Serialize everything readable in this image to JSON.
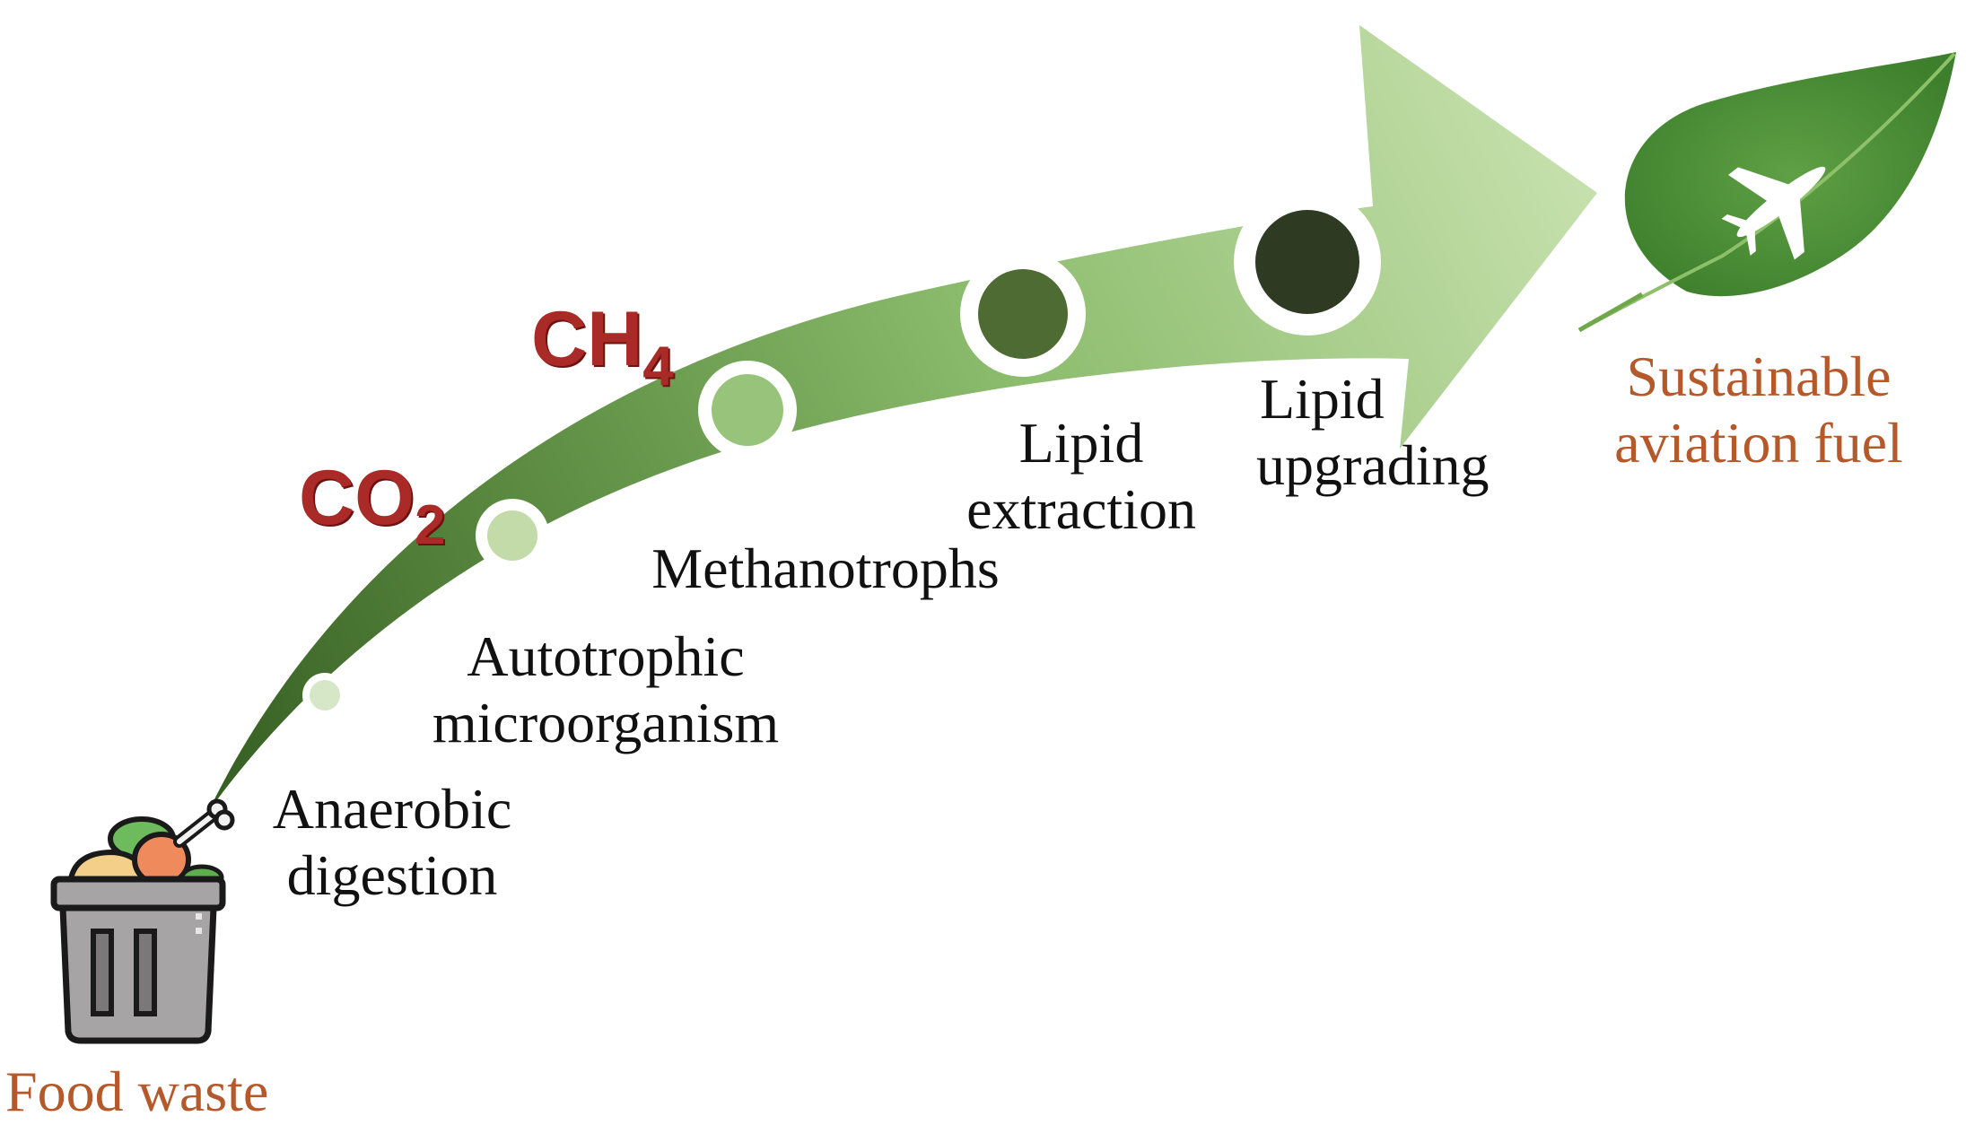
{
  "diagram": {
    "title": "Food waste to sustainable aviation fuel pathway",
    "source": {
      "label": "Food waste",
      "icon": "trash-bin-with-food-icon"
    },
    "target": {
      "label_line1": "Sustainable",
      "label_line2": "aviation fuel",
      "icon": "leaf-with-airplane-icon"
    },
    "gases": [
      {
        "formula": "CO",
        "subscript": "2"
      },
      {
        "formula": "CH",
        "subscript": "4"
      }
    ],
    "steps": [
      {
        "line1": "Anaerobic",
        "line2": "digestion",
        "color": "#d6e7c8"
      },
      {
        "line1": "Autotrophic",
        "line2": "microorganism",
        "color": "#c2dba8"
      },
      {
        "line1": "Methanotrophs",
        "line2": "",
        "color": "#97c47a"
      },
      {
        "line1": "Lipid",
        "line2": "extraction",
        "color": "#4e6b33"
      },
      {
        "line1": "Lipid",
        "line2": "upgrading",
        "color": "#2f3a22"
      }
    ],
    "colors": {
      "arrow_dark": "#3f6a2a",
      "arrow_light": "#c3dea6",
      "label_orange": "#b5582a",
      "gas_red": "#a92a26"
    }
  }
}
